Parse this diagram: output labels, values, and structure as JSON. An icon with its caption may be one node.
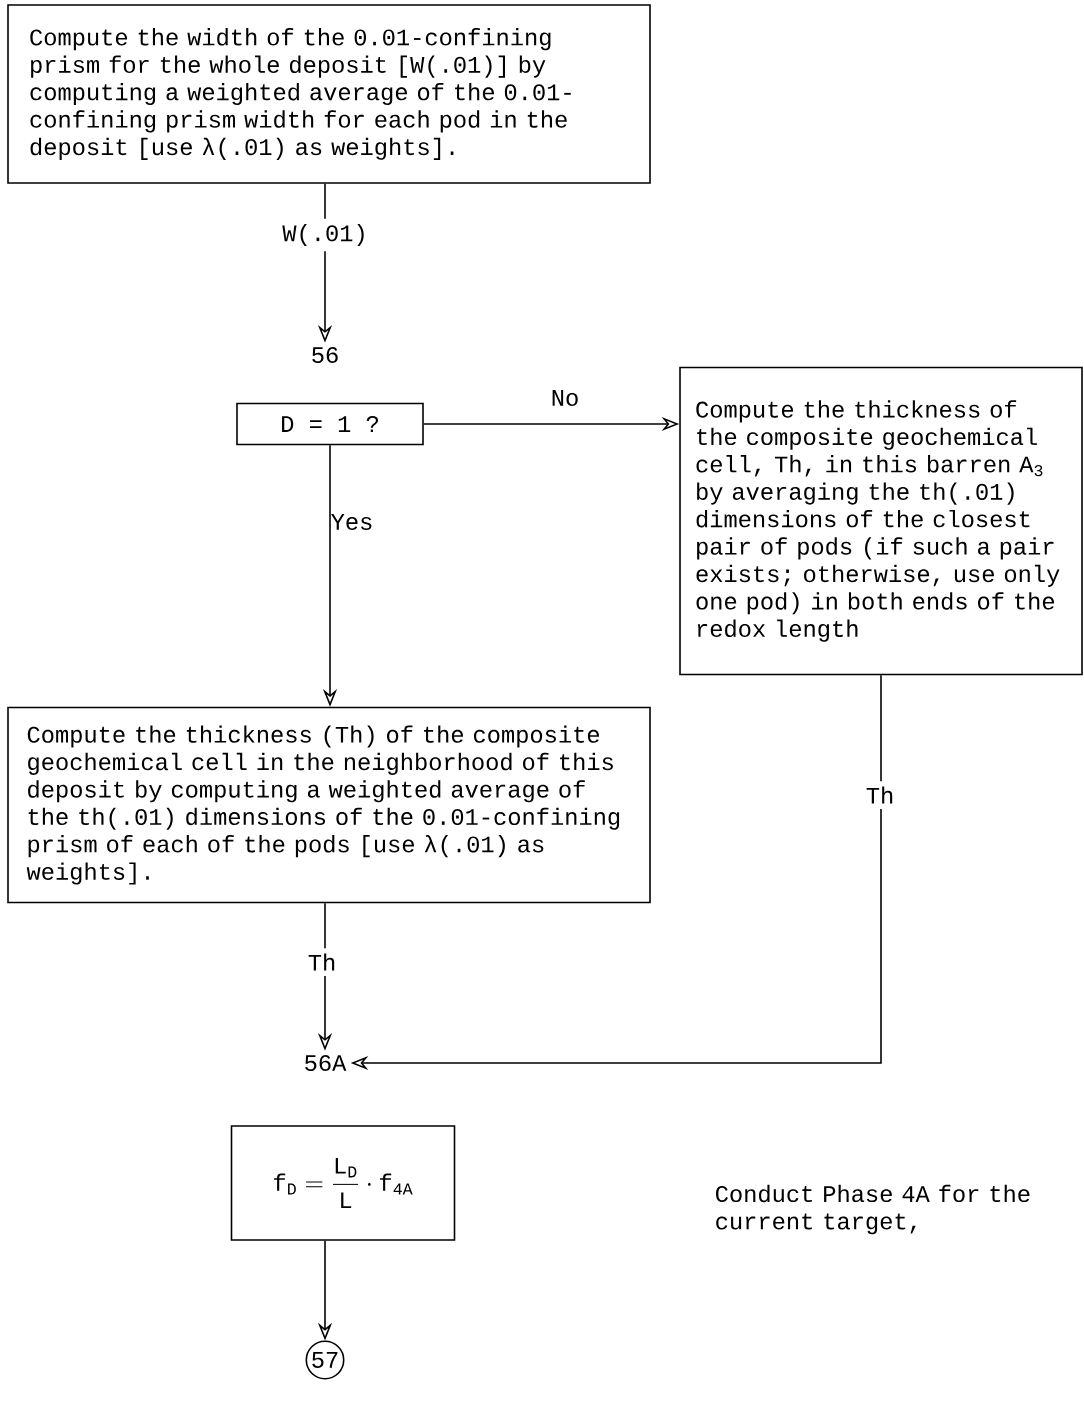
{
  "diagram": {
    "nodes": [
      {
        "text": [
          "Compute the width of the 0.01-confining prism for the whole deposit [W(.01)] by computing a weighted average of the 0.01-confining prism width for each pod in the deposit [use λ(.01) as weights]."
        ]
      },
      {
        "text": [
          "56"
        ]
      },
      {
        "text": [
          "D = 1 ?"
        ]
      },
      {
        "text": [
          "Compute the thickness of the composite geochemical cell, Th, in this barren A$_{3}$ by averaging the th(.01) dimensions of the closest pair of pods (if such a pair exists; otherwise, use only one pod) in both ends of the redox length"
        ]
      },
      {
        "text": [
          "Compute the thickness (Th) of the composite geochemical cell in the neighborhood of this deposit by computing a weighted average of the th(.01) dimensions of the 0.01-confining prism of each of the pods [use λ(.01) as weights]."
        ]
      },
      {
        "text": [
          "56A"
        ]
      },
      {
        "text": [
          "\\mathrm{f}_{\\mathrm{D}} = \\frac{\\mathrm{L}_{\\mathrm{D}}}{\\mathrm{L}} \\cdot \\mathrm{f}_{\\mathrm{4A}}"
        ]
      },
      {
        "text": [
          "57"
        ]
      }
    ],
    "edges": [
      {
        "from": 0,
        "to": 1,
        "arrow": "to",
        "label": "W(.01)"
      },
      {
        "from": 2,
        "to": 3,
        "arrow": "to",
        "label": "No"
      },
      {
        "from": 2,
        "to": 4,
        "arrow": "to",
        "label": "Yes"
      },
      {
        "from": 4,
        "to": 5,
        "arrow": "to",
        "label": "Th"
      },
      {
        "from": 3,
        "to": 5,
        "arrow": "to",
        "label": "Th"
      },
      {
        "from": 6,
        "to": 7,
        "arrow": "to"
      }
    ],
    "labels": [
      "Conduct Phase 4A for the current target,"
    ]
  }
}
